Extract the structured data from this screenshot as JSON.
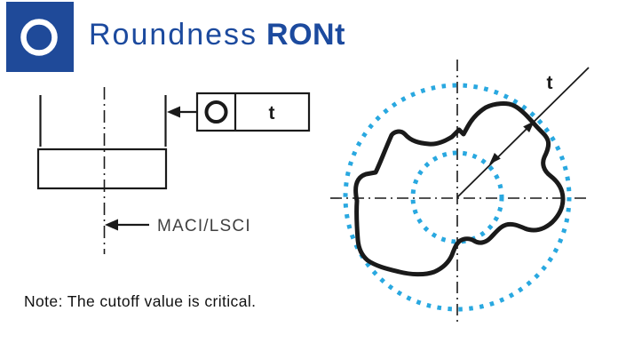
{
  "header": {
    "title_regular": "Roundness",
    "title_bold": "RONt",
    "icon": "roundness-circle-icon"
  },
  "feature_control_frame": {
    "symbol": "roundness-circle",
    "tolerance_label": "t"
  },
  "left_diagram": {
    "annotation": "MACI/LSCI"
  },
  "right_diagram": {
    "tolerance_label": "t",
    "outer_circle": "outer tolerance boundary (dotted)",
    "inner_circle": "inner tolerance boundary (dotted)",
    "profile": "actual measured roundness profile"
  },
  "note": "Note: The cutoff value is critical.",
  "colors": {
    "brand_blue": "#1F4A99",
    "title_blue": "#1C4A9E",
    "tolerance_blue": "#29A8E0",
    "line_black": "#1a1a1a",
    "annotation_gray": "#404040"
  }
}
